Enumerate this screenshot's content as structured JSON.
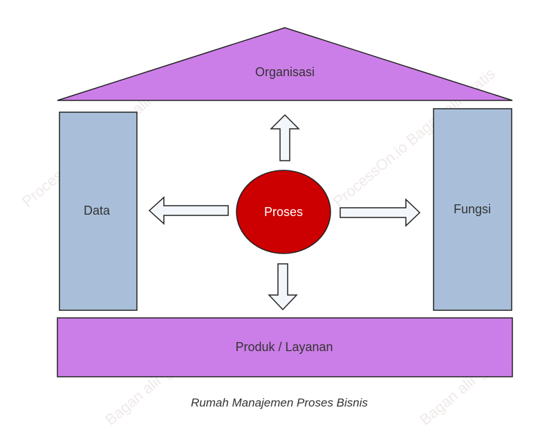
{
  "diagram": {
    "roof_label": "Organisasi",
    "left_pillar_label": "Data",
    "right_pillar_label": "Fungsi",
    "center_label": "Proses",
    "base_label": "Produk / Layanan",
    "caption": "Rumah Manajemen Proses Bisnis"
  },
  "watermark": {
    "text_1": "ProcessOn.io Bagan alir gratis",
    "text_2": "Bagan alir gratis"
  },
  "colors": {
    "roof": "#cc7ee8",
    "base": "#cc7ee8",
    "pillar": "#a9bfd9",
    "center": "#cc0000",
    "arrow_fill": "#f3f6fb",
    "stroke": "#222222"
  }
}
